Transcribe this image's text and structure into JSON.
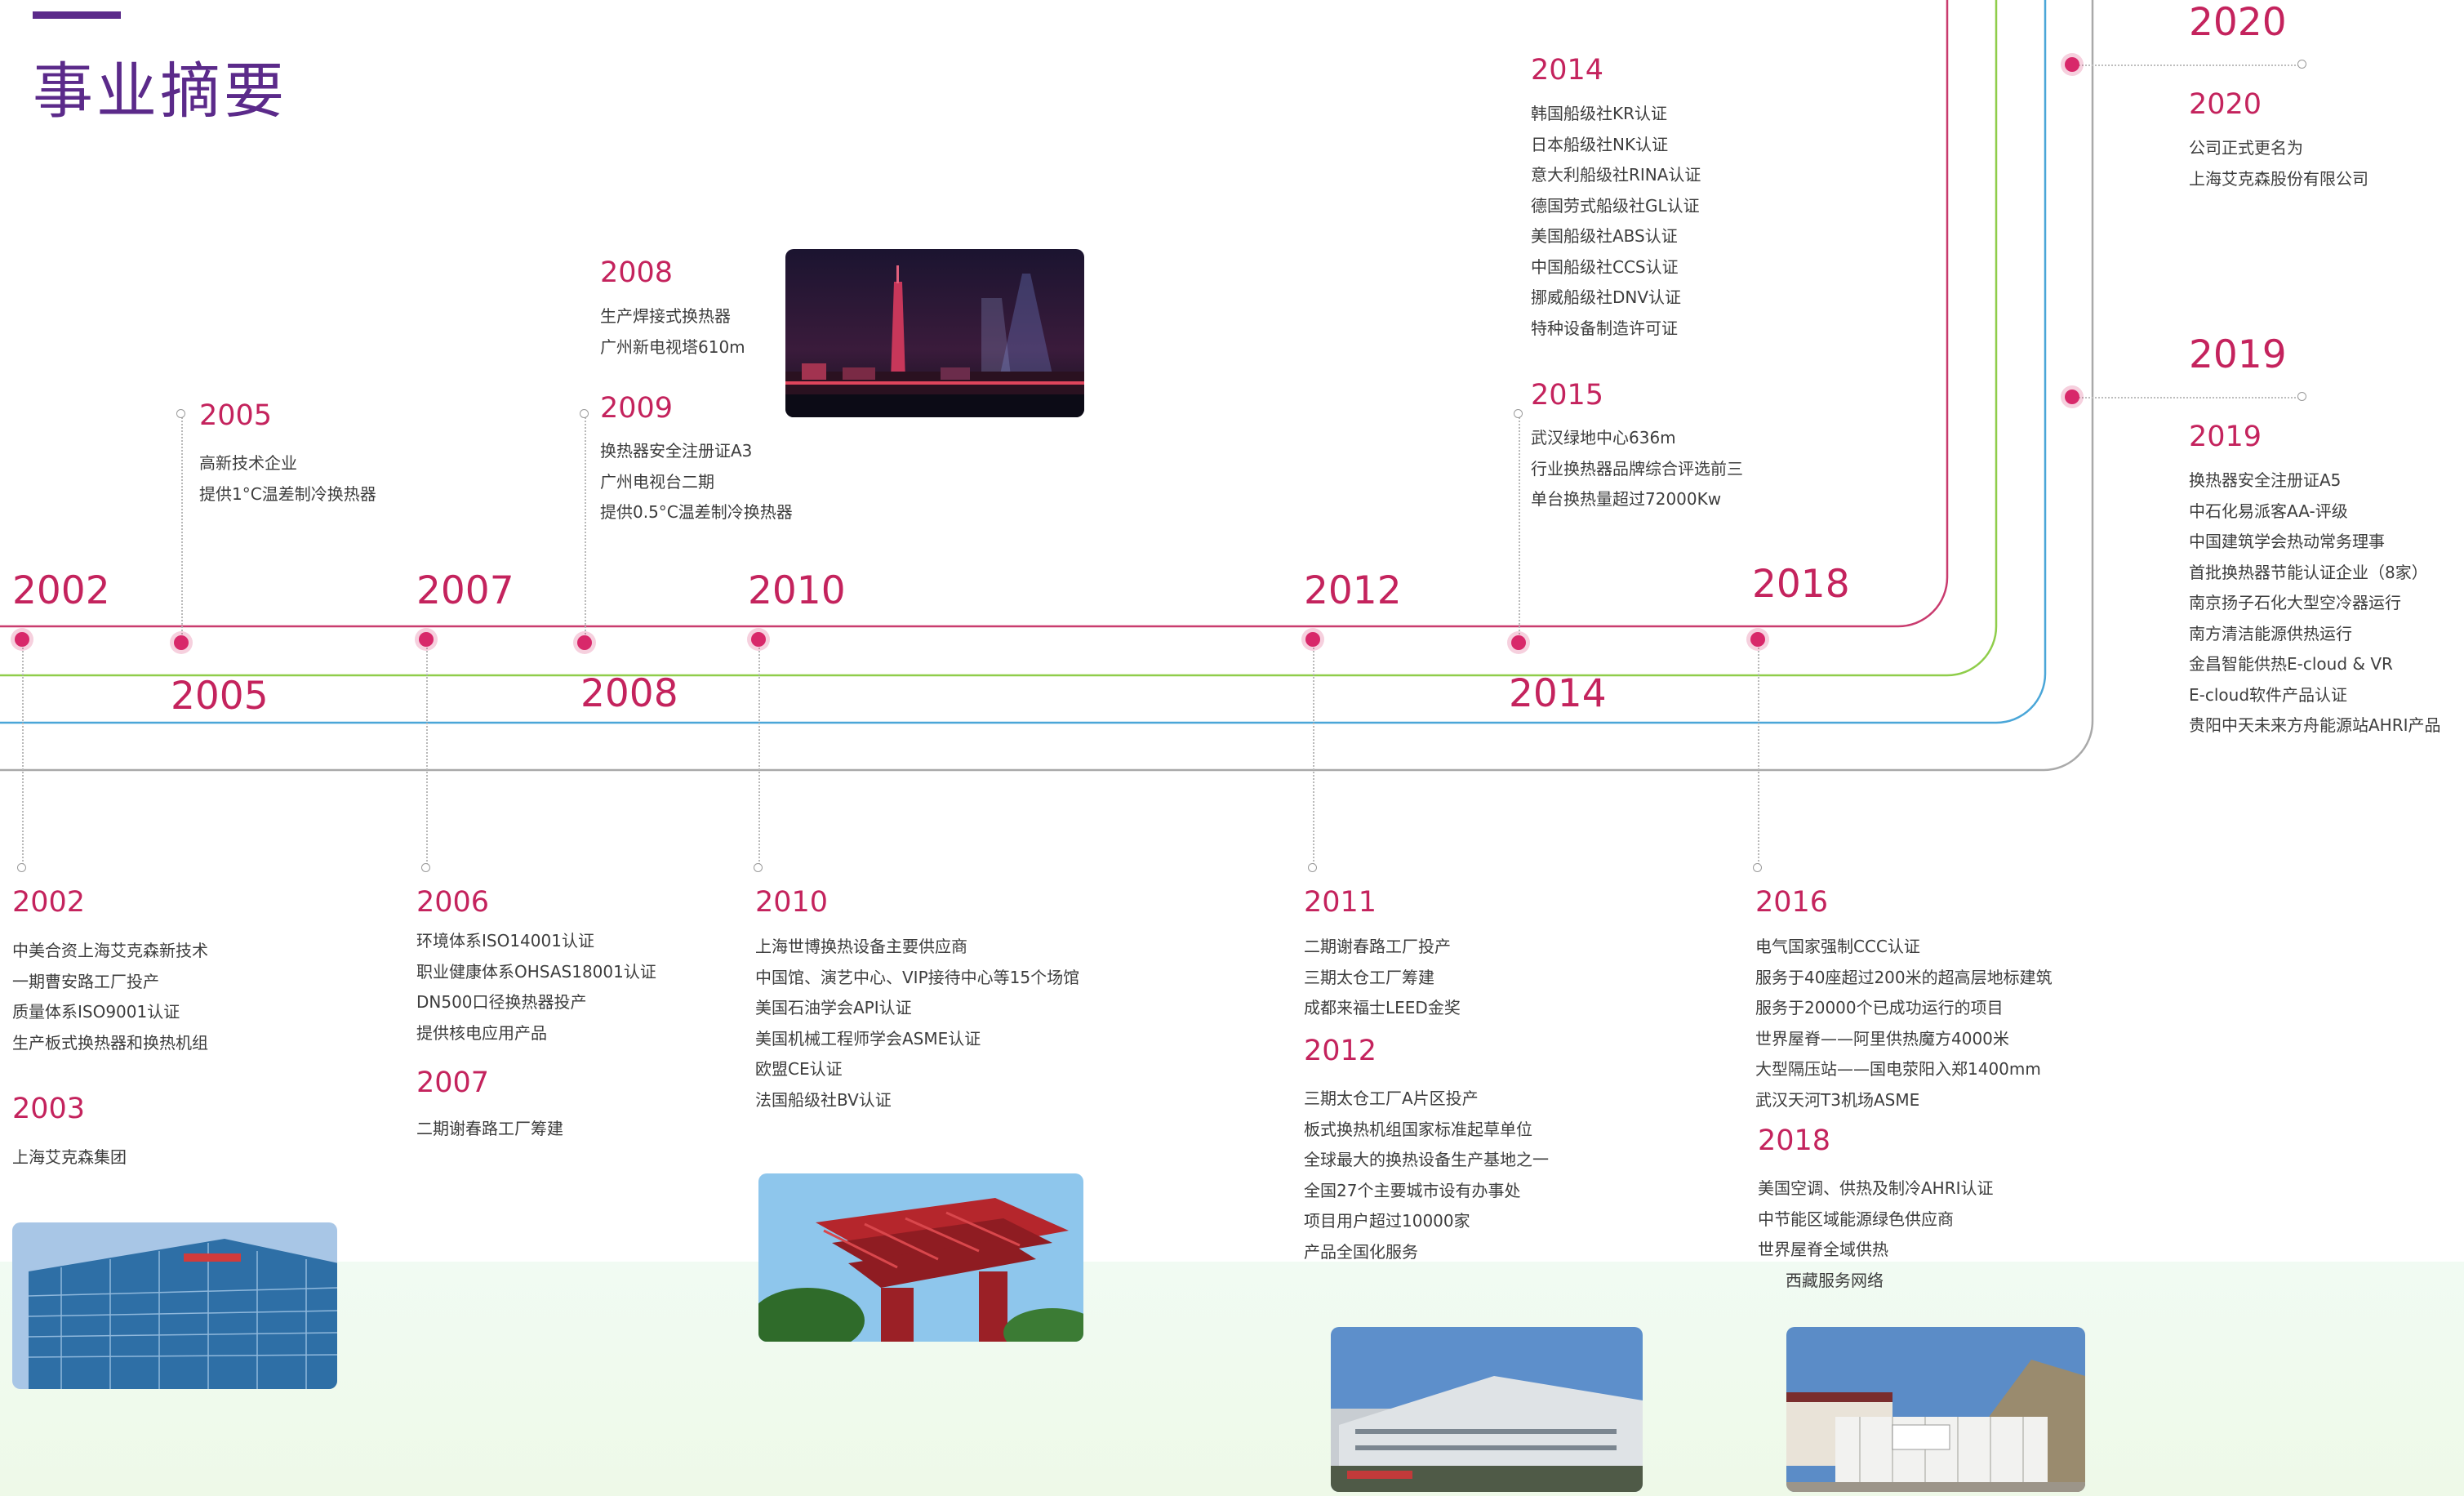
{
  "header": {
    "title": "事业摘要"
  },
  "axis_years": {
    "y2002": "2002",
    "y2007": "2007",
    "y2010": "2010",
    "y2012": "2012",
    "y2018": "2018",
    "y2005": "2005",
    "y2008": "2008",
    "y2014": "2014",
    "y2020": "2020",
    "y2019": "2019"
  },
  "entries": {
    "e2005_top": {
      "year": "2005",
      "items": [
        "高新技术企业",
        "提供1°C温差制冷换热器"
      ]
    },
    "e2008_top": {
      "year": "2008",
      "items": [
        "生产焊接式换热器",
        "广州新电视塔610m"
      ]
    },
    "e2009_top": {
      "year": "2009",
      "items": [
        "换热器安全注册证A3",
        "广州电视台二期",
        "提供0.5°C温差制冷换热器"
      ]
    },
    "e2014_top": {
      "year": "2014",
      "items": [
        "韩国船级社KR认证",
        "日本船级社NK认证",
        "意大利船级社RINA认证",
        "德国劳式船级社GL认证",
        "美国船级社ABS认证",
        "中国船级社CCS认证",
        "挪威船级社DNV认证",
        "特种设备制造许可证"
      ]
    },
    "e2015_top": {
      "year": "2015",
      "items": [
        "武汉绿地中心636m",
        "行业换热器品牌综合评选前三",
        "单台换热量超过72000Kw"
      ]
    },
    "e2020_right": {
      "year": "2020",
      "items": [
        "公司正式更名为",
        "上海艾克森股份有限公司"
      ]
    },
    "e2019_right": {
      "year": "2019",
      "items": [
        "换热器安全注册证A5",
        "中石化易派客AA-评级",
        "中国建筑学会热动常务理事",
        "首批换热器节能认证企业（8家）",
        "南京扬子石化大型空冷器运行",
        "南方清洁能源供热运行",
        "金昌智能供热E-cloud & VR",
        "E-cloud软件产品认证",
        "贵阳中天未来方舟能源站AHRI产品"
      ]
    },
    "e2002_bottom": {
      "year": "2002",
      "items": [
        "中美合资上海艾克森新技术",
        "一期曹安路工厂投产",
        "质量体系ISO9001认证",
        "生产板式换热器和换热机组"
      ]
    },
    "e2003_bottom": {
      "year": "2003",
      "items": [
        "上海艾克森集团"
      ]
    },
    "e2006_bottom": {
      "year": "2006",
      "items": [
        "环境体系ISO14001认证",
        "职业健康体系OHSAS18001认证",
        "DN500口径换热器投产",
        "提供核电应用产品"
      ]
    },
    "e2007_bottom": {
      "year": "2007",
      "items": [
        "二期谢春路工厂筹建"
      ]
    },
    "e2010_bottom": {
      "year": "2010",
      "items": [
        "上海世博换热设备主要供应商",
        "中国馆、演艺中心、VIP接待中心等15个场馆",
        "美国石油学会API认证",
        "美国机械工程师学会ASME认证",
        "欧盟CE认证",
        "法国船级社BV认证"
      ]
    },
    "e2011_bottom": {
      "year": "2011",
      "items": [
        "二期谢春路工厂投产",
        "三期太仓工厂筹建",
        "成都来福士LEED金奖"
      ]
    },
    "e2012_bottom": {
      "year": "2012",
      "items": [
        "三期太仓工厂A片区投产",
        "板式换热机组国家标准起草单位",
        "全球最大的换热设备生产基地之一",
        "全国27个主要城市设有办事处",
        "项目用户超过10000家",
        "产品全国化服务"
      ]
    },
    "e2016_bottom": {
      "year": "2016",
      "items": [
        "电气国家强制CCC认证",
        "服务于40座超过200米的超高层地标建筑",
        "服务于20000个已成功运行的项目",
        "世界屋脊——阿里供热魔方4000米",
        "大型隔压站——国电荥阳入郑1400mm",
        "武汉天河T3机场ASME"
      ]
    },
    "e2018_bottom": {
      "year": "2018",
      "items": [
        "美国空调、供热及制冷AHRI认证",
        "中节能区域能源绿色供应商",
        "世界屋脊全域供热",
        "西藏服务网络"
      ]
    }
  },
  "colors": {
    "brand_purple": "#5b2a8a",
    "accent_red": "#c4235d",
    "dot_pink": "#d8286a",
    "line_red": "#c93b6e",
    "line_green": "#8fcd4a",
    "line_blue": "#4aa6d8",
    "line_gray": "#a9a9a9"
  }
}
